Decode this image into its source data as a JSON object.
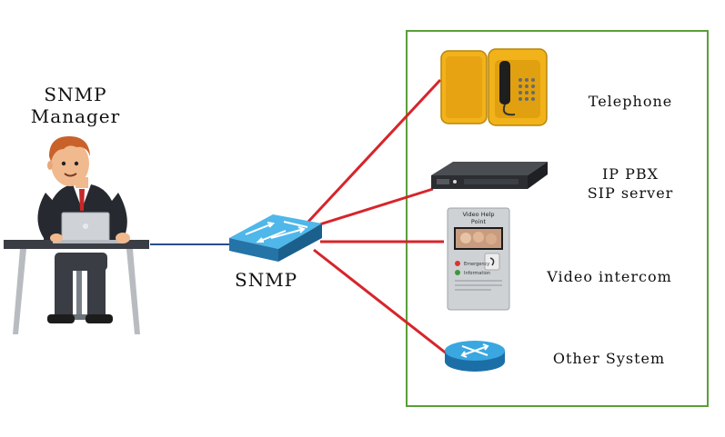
{
  "manager": {
    "label_line1": "SNMP",
    "label_line2": "Manager"
  },
  "switch": {
    "label": "SNMP"
  },
  "devices": {
    "telephone": "Telephone",
    "pbx_line1": "IP PBX",
    "pbx_line2": "SIP server",
    "intercom": "Video intercom",
    "other": "Other System"
  },
  "intercom_screen": {
    "title_line1": "Video Help",
    "title_line2": "Point",
    "btn1": "Emergency",
    "btn2": "Information"
  },
  "colors": {
    "frame": "#5a9e3a",
    "link": "#d6252b",
    "manager_link": "#2a4b8d",
    "switch": "#2f9bd6",
    "telephone": "#f2b21a"
  }
}
